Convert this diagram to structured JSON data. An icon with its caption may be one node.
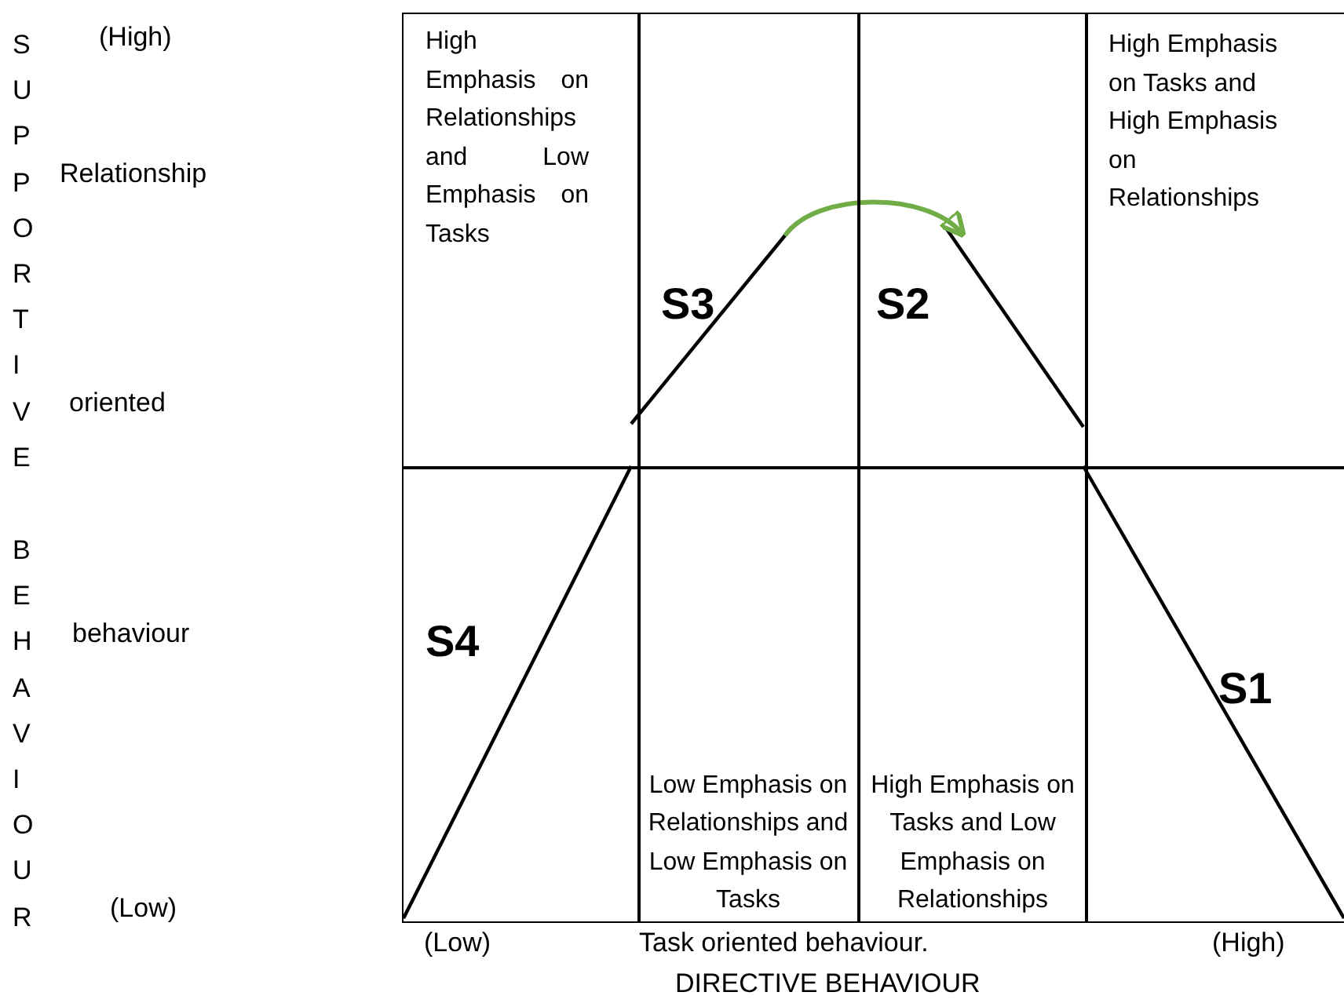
{
  "diagram": {
    "nodes": [
      {
        "text": [
          "High Emphasis on Relationships and Low Emphasis on Tasks"
        ]
      },
      {
        "text": [
          "S3"
        ]
      },
      {
        "text": [
          "S2"
        ]
      },
      {
        "text": [
          "High Emphasis on Tasks and High Emphasis on Relationships"
        ]
      },
      {
        "text": [
          "S4"
        ]
      },
      {
        "text": [
          "Low Emphasis on Relationships and Low Emphasis on Tasks"
        ]
      },
      {
        "text": [
          "High Emphasis on Tasks and Low Emphasis on Relationships"
        ]
      },
      {
        "text": [
          "S1"
        ]
      }
    ],
    "edges": [
      {
        "from": 1,
        "to": 2,
        "arrow": "to",
        "color": "#70ad47"
      }
    ],
    "labels": [
      "SUPPORTIVE",
      "BEHAVIOUR",
      "(High)",
      "Relationship",
      "oriented",
      "behaviour",
      "(Low)",
      "(Low)",
      "Task oriented behaviour.",
      "(High)",
      "DIRECTIVE BEHAVIOUR"
    ]
  }
}
